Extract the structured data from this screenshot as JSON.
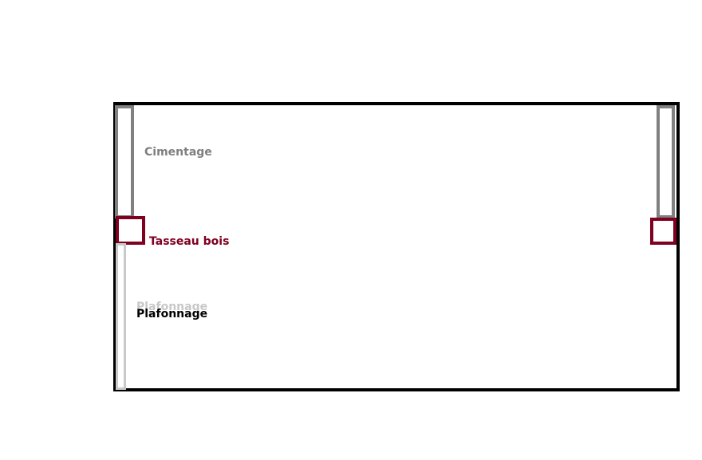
{
  "labels": {
    "cimentage": "Cimentage",
    "tasseau": "Tasseau bois",
    "plafonnage_ghost": "Plafonnage",
    "plafonnage": "Plafonnage"
  },
  "colors": {
    "frame": "#000000",
    "cimentage": "#808080",
    "tasseau": "#800020",
    "plafonnage_strip": "#c8c8c8",
    "plafonnage_text": "#000000"
  }
}
